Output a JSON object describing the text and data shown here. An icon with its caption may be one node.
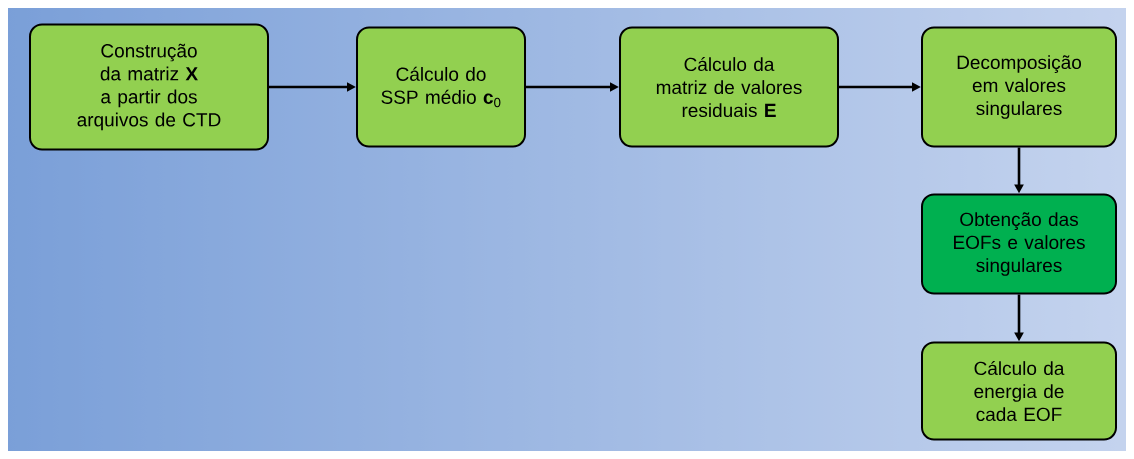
{
  "diagram": {
    "nodes": [
      {
        "text": [
          "Construção da matriz **X** a partir dos arquivos de CTD"
        ]
      },
      {
        "text": [
          "Cálculo do SSP médio **c**$_{0}$"
        ]
      },
      {
        "text": [
          "Cálculo da matriz de valores residuais **E**"
        ]
      },
      {
        "text": [
          "Decomposição em valores singulares"
        ]
      },
      {
        "text": [
          "Obtenção das EOFs e valores singulares"
        ]
      },
      {
        "text": [
          "Cálculo da energia de cada EOF"
        ]
      }
    ],
    "edges": [
      {
        "from": 0,
        "to": 1,
        "arrow": "to"
      },
      {
        "from": 1,
        "to": 2,
        "arrow": "to"
      },
      {
        "from": 2,
        "to": 3,
        "arrow": "to"
      },
      {
        "from": 3,
        "to": 4,
        "arrow": "to"
      },
      {
        "from": 4,
        "to": 5,
        "arrow": "to"
      }
    ]
  }
}
